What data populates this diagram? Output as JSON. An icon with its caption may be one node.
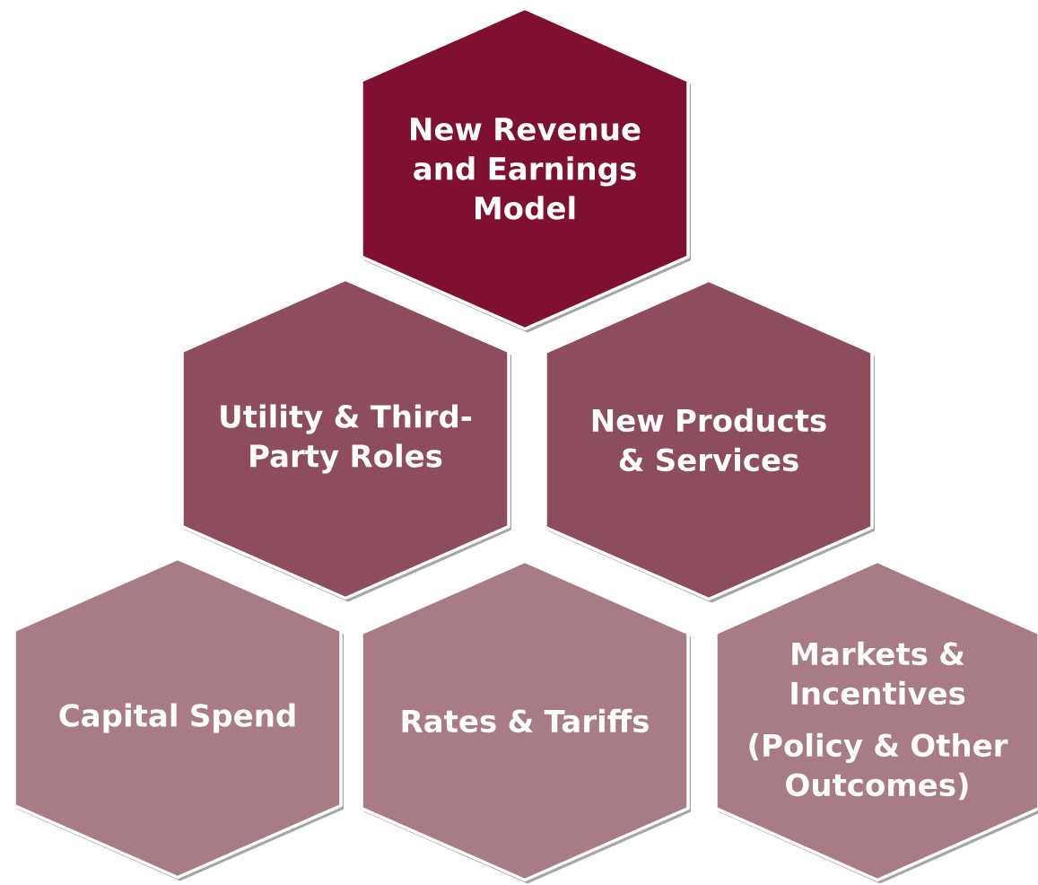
{
  "diagram": {
    "nodes": [
      {
        "text": [
          "New Revenue and Earnings Model"
        ]
      },
      {
        "text": [
          "Utility & Third-Party Roles"
        ]
      },
      {
        "text": [
          "New Products & Services"
        ]
      },
      {
        "text": [
          "Capital Spend"
        ]
      },
      {
        "text": [
          "Rates & Tariffs"
        ]
      },
      {
        "text": [
          "Markets & Incentives",
          "(Policy & Other Outcomes)"
        ]
      }
    ]
  }
}
